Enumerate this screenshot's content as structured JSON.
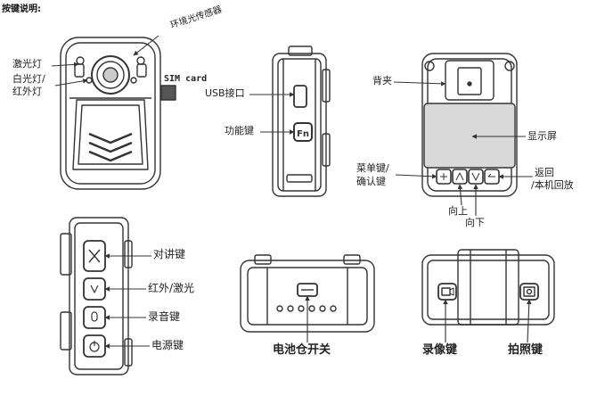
{
  "title": "按键说明:",
  "labels": {
    "ambient_sensor": "环境光传感器",
    "laser_light": "激光灯",
    "white_ir_light_l1": "白光灯/",
    "white_ir_light_l2": "红外灯",
    "sim_card": "SIM card",
    "usb_port": "USB接口",
    "function_key": "功能键",
    "fn_glyph": "Fn",
    "back_clip": "背夹",
    "display": "显示屏",
    "menu_key_l1": "菜单键/",
    "menu_key_l2": "确认键",
    "back_key_l1": "返回",
    "back_key_l2": "/本机回放",
    "up": "向上",
    "down": "向下",
    "ptt_key": "对讲键",
    "ir_laser": "红外/激光",
    "record_audio": "录音键",
    "power_key": "电源键",
    "battery_switch": "电池仓开关",
    "record_video": "录像键",
    "photo_key": "拍照键"
  }
}
